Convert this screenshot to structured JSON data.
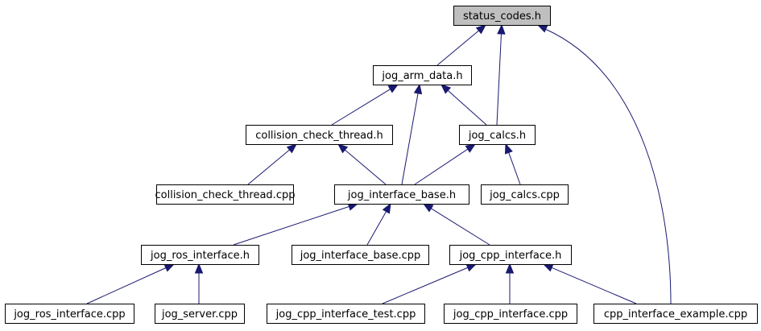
{
  "colors": {
    "edge": "#191970",
    "node_fill": "#ffffff",
    "highlight_fill": "#bfbfbf",
    "border": "#000000"
  },
  "nodes": [
    {
      "id": "status_codes",
      "label": "status_codes.h",
      "highlighted": true
    },
    {
      "id": "jog_arm_data",
      "label": "jog_arm_data.h"
    },
    {
      "id": "collision_check_thread_h",
      "label": "collision_check_thread.h"
    },
    {
      "id": "jog_calcs_h",
      "label": "jog_calcs.h"
    },
    {
      "id": "collision_check_thread_cpp",
      "label": "collision_check_thread.cpp"
    },
    {
      "id": "jog_interface_base_h",
      "label": "jog_interface_base.h"
    },
    {
      "id": "jog_calcs_cpp",
      "label": "jog_calcs.cpp"
    },
    {
      "id": "jog_ros_interface_h",
      "label": "jog_ros_interface.h"
    },
    {
      "id": "jog_interface_base_cpp",
      "label": "jog_interface_base.cpp"
    },
    {
      "id": "jog_cpp_interface_h",
      "label": "jog_cpp_interface.h"
    },
    {
      "id": "jog_ros_interface_cpp",
      "label": "jog_ros_interface.cpp"
    },
    {
      "id": "jog_server_cpp",
      "label": "jog_server.cpp"
    },
    {
      "id": "jog_cpp_interface_test_cpp",
      "label": "jog_cpp_interface_test.cpp"
    },
    {
      "id": "jog_cpp_interface_cpp",
      "label": "jog_cpp_interface.cpp"
    },
    {
      "id": "cpp_interface_example_cpp",
      "label": "cpp_interface_example.cpp"
    }
  ],
  "edges": [
    {
      "from": "jog_arm_data",
      "to": "status_codes"
    },
    {
      "from": "jog_calcs_h",
      "to": "status_codes"
    },
    {
      "from": "cpp_interface_example_cpp",
      "to": "status_codes"
    },
    {
      "from": "collision_check_thread_h",
      "to": "jog_arm_data"
    },
    {
      "from": "jog_interface_base_h",
      "to": "jog_arm_data"
    },
    {
      "from": "jog_calcs_h",
      "to": "jog_arm_data"
    },
    {
      "from": "collision_check_thread_cpp",
      "to": "collision_check_thread_h"
    },
    {
      "from": "jog_interface_base_h",
      "to": "collision_check_thread_h"
    },
    {
      "from": "jog_interface_base_h",
      "to": "jog_calcs_h"
    },
    {
      "from": "jog_calcs_cpp",
      "to": "jog_calcs_h"
    },
    {
      "from": "jog_ros_interface_h",
      "to": "jog_interface_base_h"
    },
    {
      "from": "jog_interface_base_cpp",
      "to": "jog_interface_base_h"
    },
    {
      "from": "jog_cpp_interface_h",
      "to": "jog_interface_base_h"
    },
    {
      "from": "jog_ros_interface_cpp",
      "to": "jog_ros_interface_h"
    },
    {
      "from": "jog_server_cpp",
      "to": "jog_ros_interface_h"
    },
    {
      "from": "jog_cpp_interface_test_cpp",
      "to": "jog_cpp_interface_h"
    },
    {
      "from": "jog_cpp_interface_cpp",
      "to": "jog_cpp_interface_h"
    },
    {
      "from": "cpp_interface_example_cpp",
      "to": "jog_cpp_interface_h"
    }
  ]
}
